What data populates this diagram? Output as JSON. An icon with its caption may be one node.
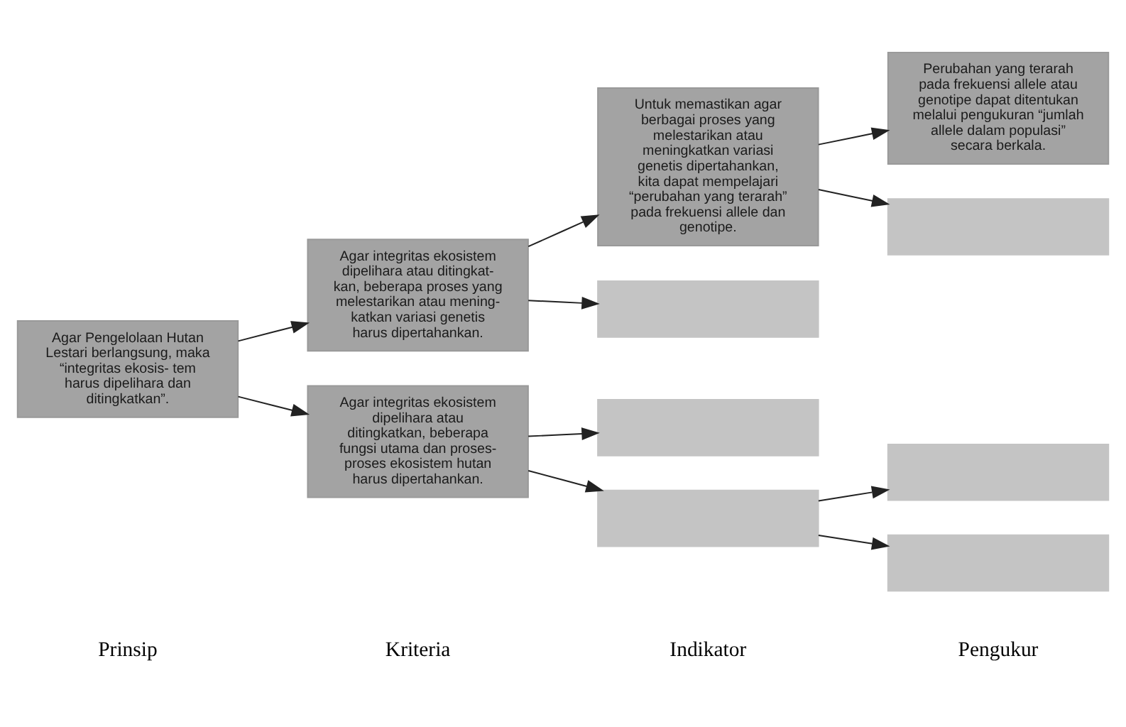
{
  "diagram": {
    "nodes": [
      {
        "text": [
          "Agar Pengelolaan Hutan Lestari berlangsung, maka “integritas ekosis- tem harus dipelihara dan ditingkatkan”."
        ]
      },
      {
        "text": [
          "Agar integritas ekosistem dipelihara atau ditingkat- kan, beberapa proses yang melestarikan atau mening- katkan variasi genetis harus dipertahankan."
        ]
      },
      {
        "text": [
          "Agar integritas ekosistem dipelihara atau ditingkatkan, beberapa fungsi utama dan proses- proses ekosistem hutan harus dipertahankan."
        ]
      },
      {
        "text": [
          "Untuk memastikan agar berbagai proses yang melestarikan atau meningkatkan variasi genetis dipertahankan, kita dapat mempelajari “perubahan yang terarah” pada frekuensi allele dan genotipe."
        ]
      },
      {
        "text": [],
        "shape": "box"
      },
      {
        "text": [],
        "shape": "box"
      },
      {
        "text": [],
        "shape": "box"
      },
      {
        "text": [
          "Perubahan yang terarah pada frekuensi allele atau genotipe dapat ditentukan melalui pengukuran “jumlah allele dalam populasi” secara berkala."
        ]
      },
      {
        "text": [],
        "shape": "box"
      },
      {
        "text": [],
        "shape": "box"
      },
      {
        "text": [],
        "shape": "box"
      }
    ],
    "edges": [
      {
        "from": 0,
        "to": 1,
        "arrow": "to"
      },
      {
        "from": 0,
        "to": 2,
        "arrow": "to"
      },
      {
        "from": 1,
        "to": 3,
        "arrow": "to"
      },
      {
        "from": 1,
        "to": 4,
        "arrow": "to"
      },
      {
        "from": 2,
        "to": 5,
        "arrow": "to"
      },
      {
        "from": 2,
        "to": 6,
        "arrow": "to"
      },
      {
        "from": 3,
        "to": 7,
        "arrow": "to"
      },
      {
        "from": 3,
        "to": 8,
        "arrow": "to"
      },
      {
        "from": 6,
        "to": 9,
        "arrow": "to"
      },
      {
        "from": 6,
        "to": 10,
        "arrow": "to"
      }
    ],
    "labels": [
      "Prinsip",
      "Kriteria",
      "Indikator",
      "Pengukur"
    ]
  }
}
